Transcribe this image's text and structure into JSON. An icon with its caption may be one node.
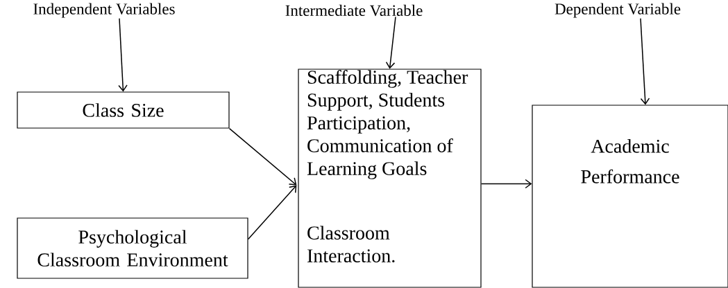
{
  "diagram": {
    "nodes": [
      {
        "text": [
          "Independent Variables"
        ]
      },
      {
        "text": [
          "Intermediate Variable"
        ]
      },
      {
        "text": [
          "Dependent Variable"
        ]
      },
      {
        "text": [
          "Class Size"
        ]
      },
      {
        "text": [
          "Psychological Classroom Environment"
        ]
      },
      {
        "text": [
          "Scaffolding, Teacher Support, Students Participation, Communication of Learning Goals",
          "Classroom Interaction."
        ]
      },
      {
        "text": [
          "Academic Performance"
        ]
      }
    ],
    "edges": [
      {
        "from": 0,
        "to": 3,
        "arrow": "to"
      },
      {
        "from": 1,
        "to": 5,
        "arrow": "to"
      },
      {
        "from": 2,
        "to": 6,
        "arrow": "to"
      },
      {
        "from": 3,
        "to": 5,
        "arrow": "to"
      },
      {
        "from": 4,
        "to": 5,
        "arrow": "to"
      },
      {
        "from": 5,
        "to": 6,
        "arrow": "to"
      }
    ]
  }
}
